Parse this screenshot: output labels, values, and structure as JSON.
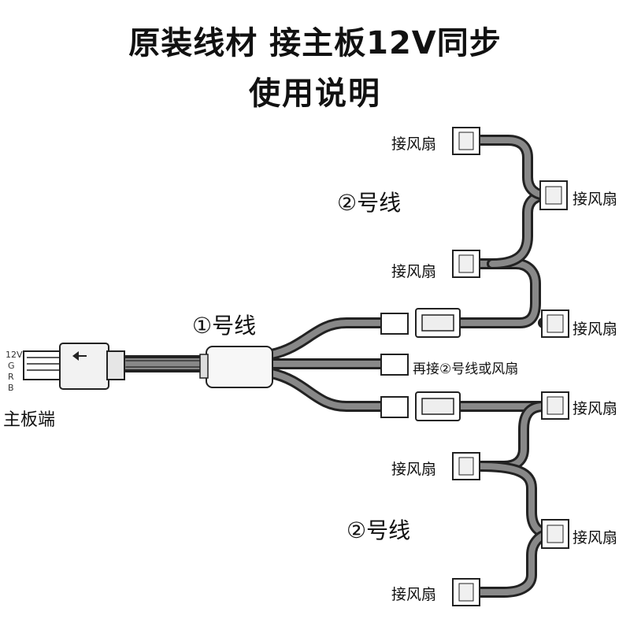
{
  "title": {
    "line1": "原装线材 接主板12V同步",
    "line2": "使用说明"
  },
  "labels": {
    "fan": "接风扇",
    "wire1": "①号线",
    "wire2_top": "②号线",
    "wire2_bottom": "②号线",
    "reconnect": "再接②号线或风扇",
    "board": "主板端"
  },
  "pins": [
    "12V",
    "G",
    "R",
    "B"
  ]
}
